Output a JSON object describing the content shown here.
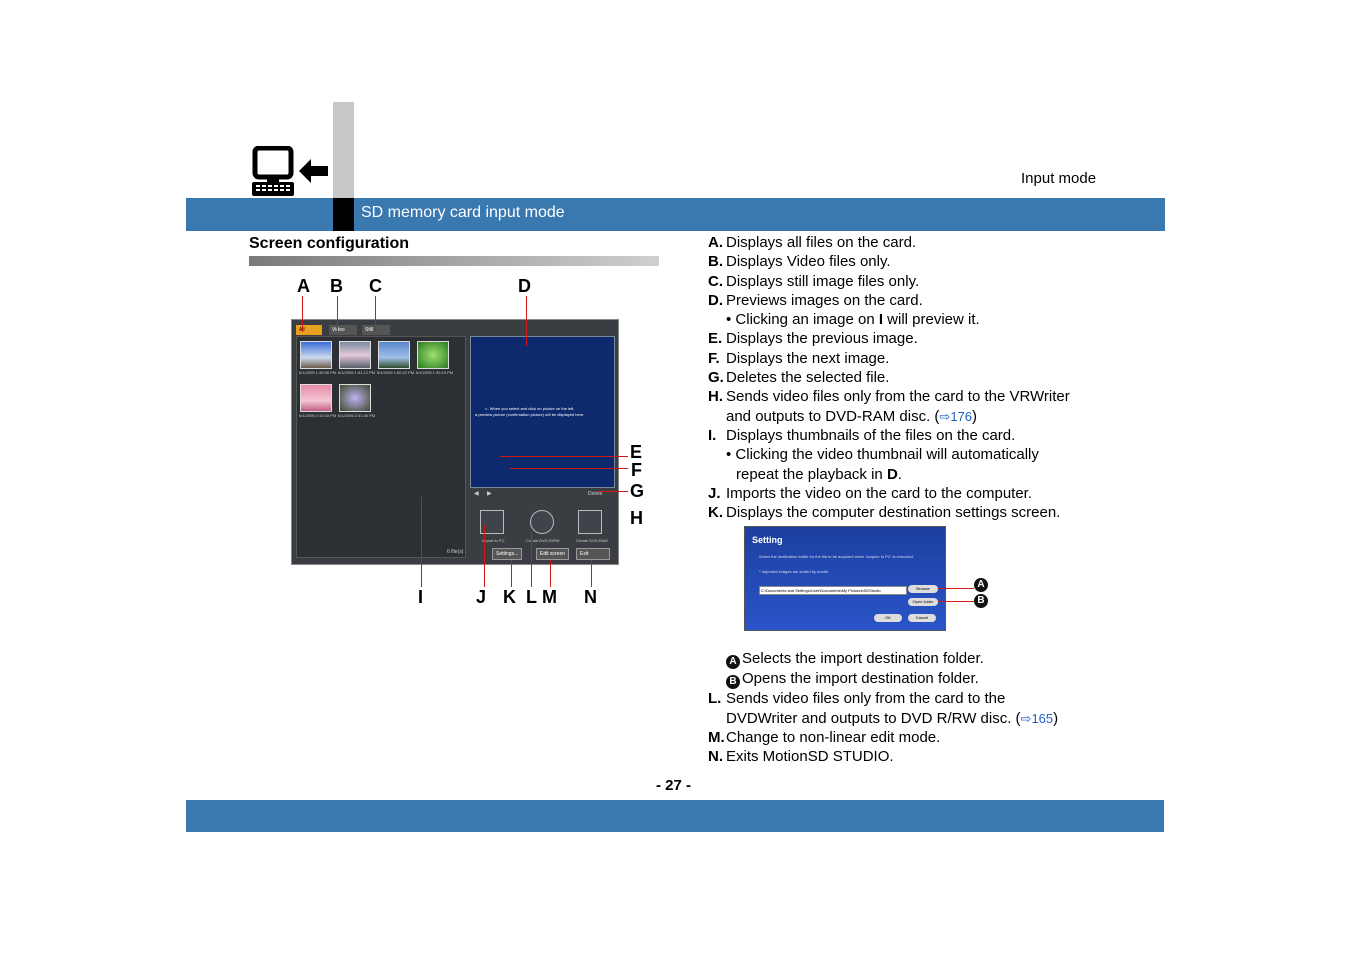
{
  "header": {
    "mode_label": "Input mode",
    "section_title": "SD memory card input mode"
  },
  "heading": "Screen configuration",
  "callouts": {
    "A": "A",
    "B": "B",
    "C": "C",
    "D": "D",
    "E": "E",
    "F": "F",
    "G": "G",
    "H": "H",
    "I": "I",
    "J": "J",
    "K": "K",
    "L": "L",
    "M": "M",
    "N": "N"
  },
  "screenshot": {
    "tabs": [
      "All",
      "Video",
      "Still"
    ],
    "preview_msg_1": "<- When you select and click on picture on the left,",
    "preview_msg_2": "a preview picture (confirmation picture) will be displayed here.",
    "delete_label": "Delete",
    "file_count": "6 file(s)",
    "thumb_captions": [
      "6/1/2005 1:40:09 PM",
      "6/1/2005 1:51:12 PM",
      "6/1/2005 1:50:22 PM",
      "6/1/2005 1:39:19 PM",
      "6/1/2005 2:10:33 PM",
      "6/1/2005 2:41:40 PM"
    ],
    "big_buttons": [
      "Import to PC",
      "Create DVD-R/RW",
      "Create DVD-RAM"
    ],
    "small_buttons": [
      "Settings...",
      "Edit screen",
      "Exit"
    ]
  },
  "items": [
    {
      "key": "A.",
      "text": "Displays all files on the card."
    },
    {
      "key": "B.",
      "text": "Displays Video files only."
    },
    {
      "key": "C.",
      "text": "Displays still image files only."
    },
    {
      "key": "D.",
      "text": "Previews images on the card."
    },
    {
      "key": "E.",
      "text": "Displays the previous image."
    },
    {
      "key": "F.",
      "text": "Displays the next image."
    },
    {
      "key": "G.",
      "text": "Deletes the selected file."
    },
    {
      "key": "H.",
      "text": "Sends video files only from the card to the VRWriter"
    },
    {
      "key": "I.",
      "text": "Displays thumbnails of the files on the card."
    },
    {
      "key": "J.",
      "text": "Imports the video on the card to the computer."
    },
    {
      "key": "K.",
      "text": "Displays the computer destination settings screen."
    },
    {
      "key": "L.",
      "text": "Sends video files only from the card to the"
    },
    {
      "key": "M.",
      "text": "Change to non-linear edit mode."
    },
    {
      "key": "N.",
      "text": "Exits MotionSD STUDIO."
    }
  ],
  "d_note_pre": "• Clicking an image on ",
  "d_note_bold": "I",
  "d_note_post": " will preview it.",
  "h_cont_pre": "and outputs to DVD-RAM disc. (",
  "h_ref": "176",
  "h_cont_post": ")",
  "i_note_1": "• Clicking the video thumbnail will automatically",
  "i_note_2_pre": "repeat the playback in ",
  "i_note_2_bold": "D",
  "i_note_2_post": ".",
  "l_cont_pre": "DVDWriter and outputs to DVD R/RW disc. (",
  "l_ref": "165",
  "l_cont_post": ")",
  "arrow_glyph": "⇨",
  "settings_dialog": {
    "title": "Setting",
    "desc": "Select the destination folder for the file to be acquired when 'Acquire to PC' is executed.",
    "sub": "* Imported images are sorted by month.",
    "path": "C:\\Documents and Settings\\User\\Documents\\My Pictures\\SDStudio",
    "browse": "Browse",
    "open_folder": "Open folder",
    "ok": "OK",
    "cancel": "Cancel"
  },
  "sub_items": [
    {
      "marker": "A",
      "text": "Selects the import destination folder."
    },
    {
      "marker": "B",
      "text": "Opens the import destination folder."
    }
  ],
  "page_number": "- 27 -",
  "icons": [
    "computer-import-icon",
    "left-arrow-icon"
  ],
  "colors": {
    "band": "#3a78b0",
    "callout_line": "#d01818",
    "link": "#2060c8"
  }
}
